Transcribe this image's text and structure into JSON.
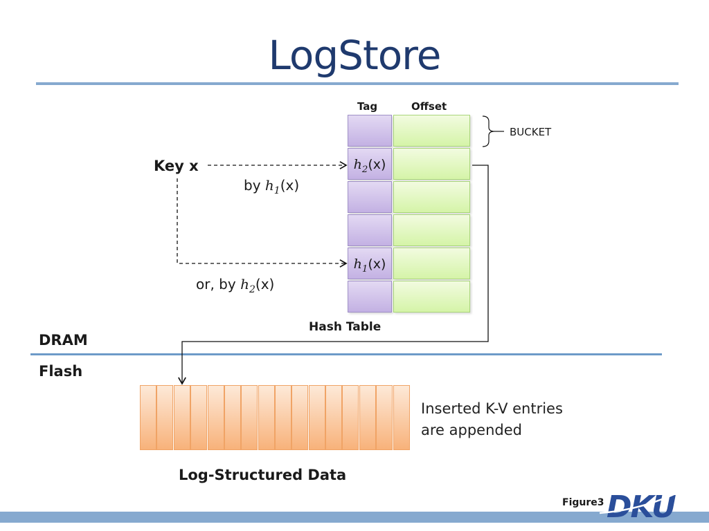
{
  "title": "LogStore",
  "hash_table": {
    "col_tag": "Tag",
    "col_offset": "Offset",
    "bucket_label": "BUCKET",
    "label": "Hash Table",
    "rows": 6,
    "tag_h2_fn": "h",
    "tag_h2_sub": "2",
    "tag_h2_arg": "(x)",
    "tag_h1_fn": "h",
    "tag_h1_sub": "1",
    "tag_h1_arg": "(x)"
  },
  "key": {
    "label": "Key x",
    "by_prefix": "by",
    "by_fn": "h",
    "by_sub": "1",
    "by_arg": "(x)",
    "or_prefix": "or, by",
    "or_fn": "h",
    "or_sub": "2",
    "or_arg": "(x)"
  },
  "regions": {
    "dram": "DRAM",
    "flash": "Flash"
  },
  "log": {
    "segments": 16,
    "note_line1": "Inserted K-V entries",
    "note_line2": "are appended",
    "label": "Log-Structured Data"
  },
  "figure_label": "Figure3",
  "logo_text": "DKU",
  "colors": {
    "title": "#1f3a6e",
    "rule": "#86a9cf",
    "tag_cell": "#c3b1e3",
    "offset_cell": "#d5f4a8",
    "log_cell": "#f8b27a",
    "logo": "#2a4e9a"
  }
}
